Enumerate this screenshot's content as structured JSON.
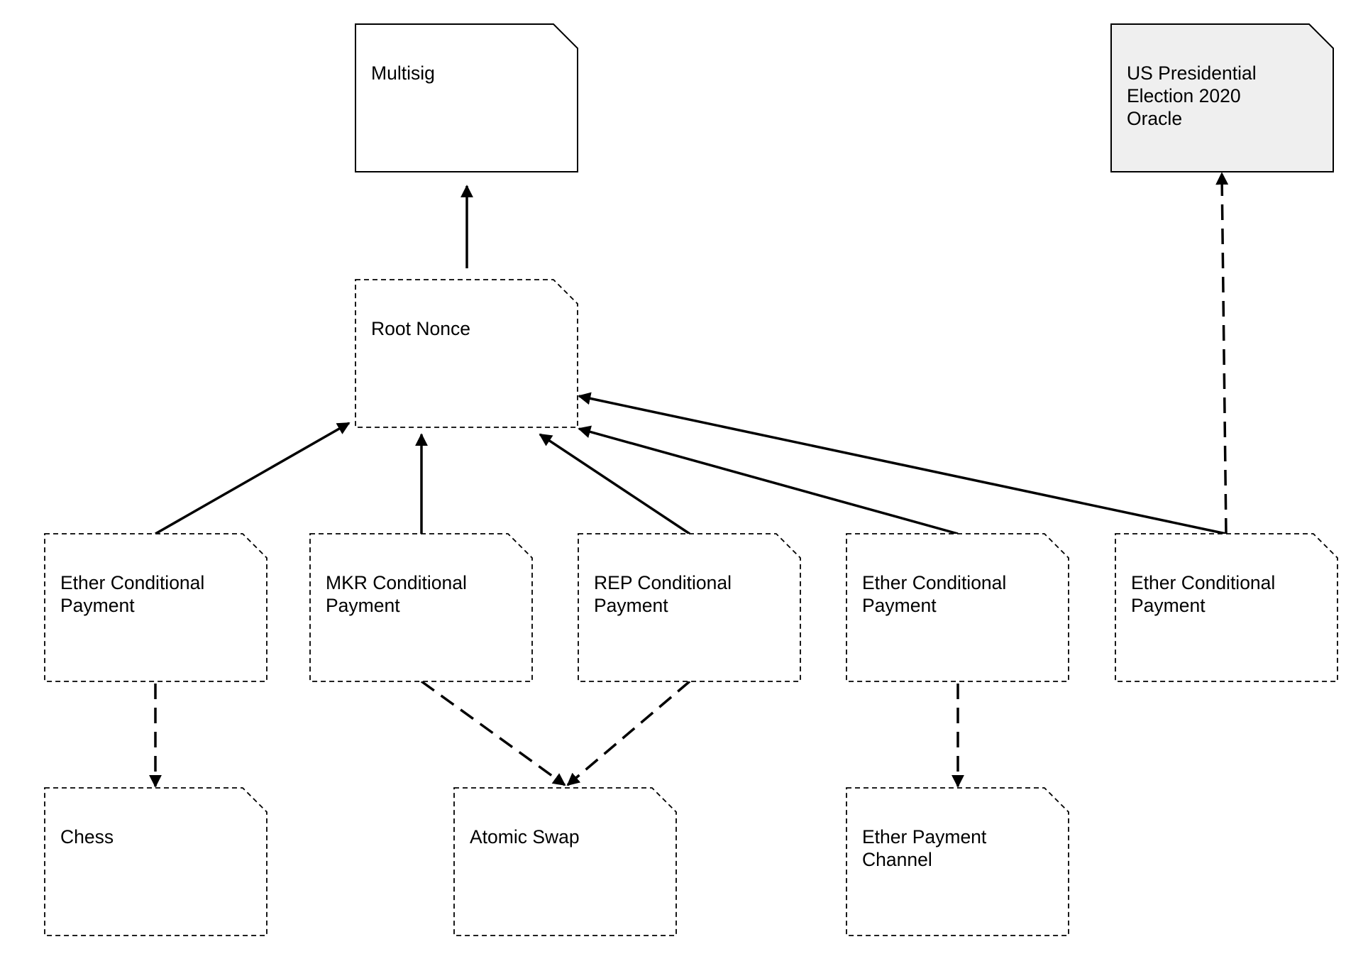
{
  "diagram": {
    "colors": {
      "stroke": "#000000",
      "oracle_fill": "#efefef",
      "node_fill": "#ffffff"
    },
    "nodes": [
      {
        "id": "multisig",
        "label": [
          "Multisig"
        ],
        "style": "solid"
      },
      {
        "id": "oracle",
        "label": [
          "US Presidential",
          "Election 2020",
          "Oracle"
        ],
        "style": "solid-shaded"
      },
      {
        "id": "root-nonce",
        "label": [
          "Root Nonce"
        ],
        "style": "dashed"
      },
      {
        "id": "ether-cond-1",
        "label": [
          "Ether Conditional",
          "Payment"
        ],
        "style": "dashed"
      },
      {
        "id": "mkr-cond",
        "label": [
          "MKR Conditional",
          "Payment"
        ],
        "style": "dashed"
      },
      {
        "id": "rep-cond",
        "label": [
          "REP Conditional",
          "Payment"
        ],
        "style": "dashed"
      },
      {
        "id": "ether-cond-2",
        "label": [
          "Ether Conditional",
          "Payment"
        ],
        "style": "dashed"
      },
      {
        "id": "ether-cond-3",
        "label": [
          "Ether Conditional",
          "Payment"
        ],
        "style": "dashed"
      },
      {
        "id": "chess",
        "label": [
          "Chess"
        ],
        "style": "dashed"
      },
      {
        "id": "atomic-swap",
        "label": [
          "Atomic Swap"
        ],
        "style": "dashed"
      },
      {
        "id": "ether-payment-channel",
        "label": [
          "Ether Payment",
          "Channel"
        ],
        "style": "dashed"
      }
    ],
    "edges": [
      {
        "from": "root-nonce",
        "to": "multisig",
        "style": "solid"
      },
      {
        "from": "ether-cond-1",
        "to": "root-nonce",
        "style": "solid"
      },
      {
        "from": "mkr-cond",
        "to": "root-nonce",
        "style": "solid"
      },
      {
        "from": "rep-cond",
        "to": "root-nonce",
        "style": "solid"
      },
      {
        "from": "ether-cond-2",
        "to": "root-nonce",
        "style": "solid"
      },
      {
        "from": "ether-cond-3",
        "to": "root-nonce",
        "style": "solid"
      },
      {
        "from": "ether-cond-3",
        "to": "oracle",
        "style": "dashed"
      },
      {
        "from": "ether-cond-1",
        "to": "chess",
        "style": "dashed"
      },
      {
        "from": "mkr-cond",
        "to": "atomic-swap",
        "style": "dashed"
      },
      {
        "from": "rep-cond",
        "to": "atomic-swap",
        "style": "dashed"
      },
      {
        "from": "ether-cond-2",
        "to": "ether-payment-channel",
        "style": "dashed"
      }
    ]
  }
}
